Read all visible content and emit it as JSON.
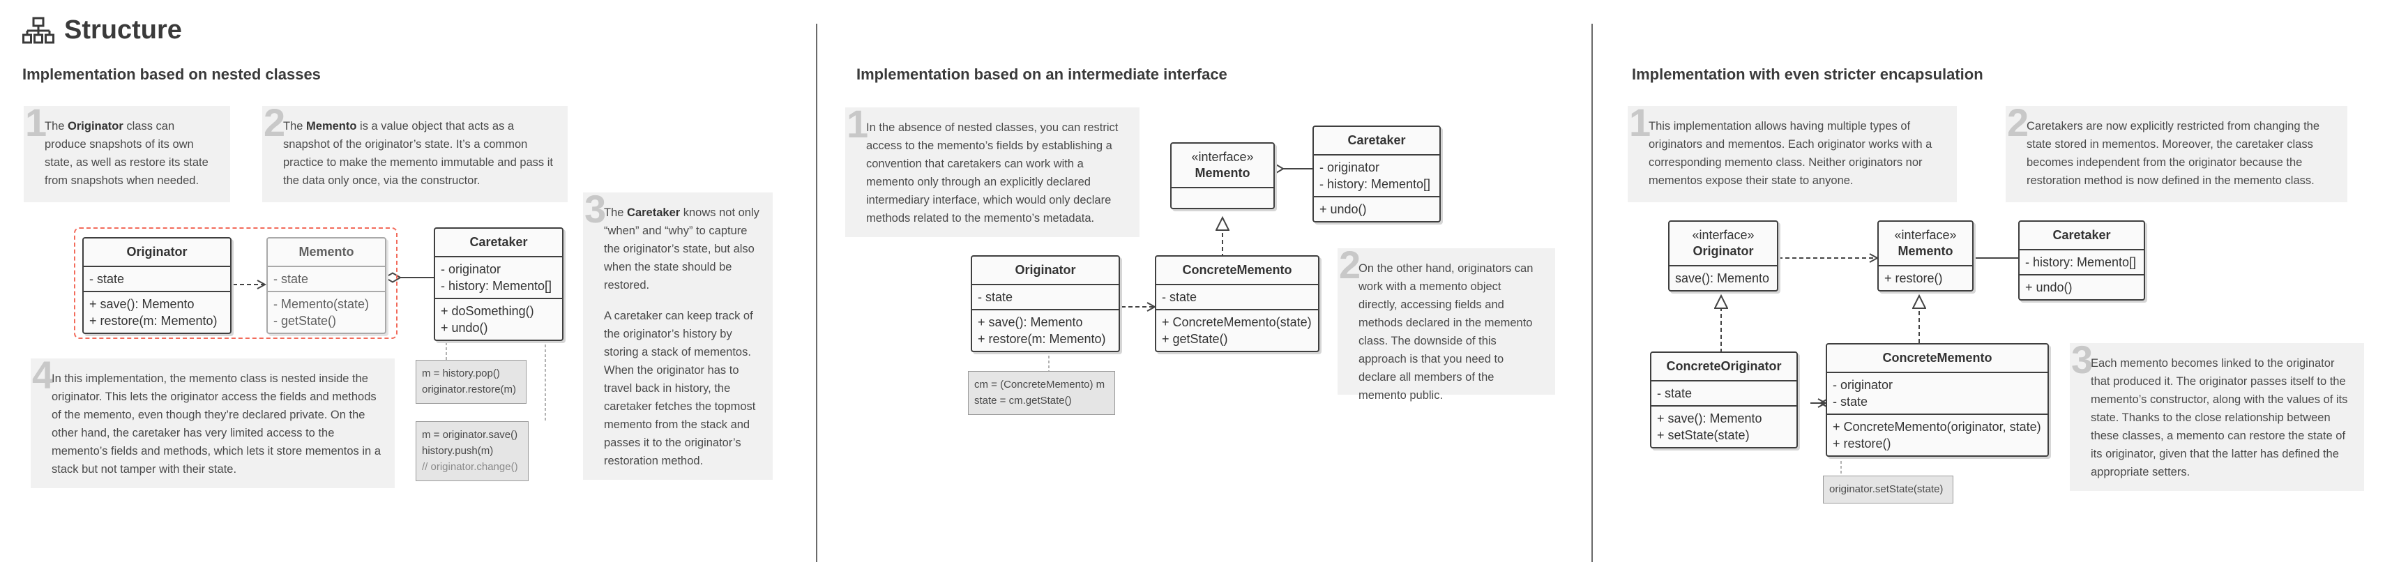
{
  "page": {
    "title": "Structure",
    "title_icon": "hierarchy-icon"
  },
  "sections": [
    {
      "heading": "Implementation based on nested classes",
      "notes": [
        {
          "num": "1",
          "pre": "The ",
          "bold": "Originator",
          "post": " class can produce snapshots of its own state, as well as restore its state from snapshots when needed."
        },
        {
          "num": "2",
          "pre": "The ",
          "bold": "Memento",
          "post": " is a value object that acts as a snapshot of the originator’s state. It’s a common practice to make the memento immutable and pass it the data only once, via the constructor."
        },
        {
          "num": "3",
          "pre": "The ",
          "bold": "Caretaker",
          "post": " knows not only “when” and “why” to capture the originator’s state, but also when the state should be restored.",
          "extra": "A caretaker can keep track of the originator’s history by storing a stack of mementos. When the originator has to travel back in history, the caretaker fetches the topmost memento from the stack and passes it to the originator’s restoration method."
        },
        {
          "num": "4",
          "text": "In this implementation, the memento class is nested inside the originator. This lets the originator access the fields and methods of the memento, even though they’re declared private. On the other hand, the caretaker has very limited access to the memento’s fields and methods, which lets it store mementos in a stack but not tamper with their state."
        }
      ],
      "classes": {
        "originator": {
          "name": "Originator",
          "fields": [
            "- state"
          ],
          "methods": [
            "+ save(): Memento",
            "+ restore(m: Memento)"
          ]
        },
        "memento": {
          "name": "Memento",
          "fields": [
            "- state"
          ],
          "methods": [
            "- Memento(state)",
            "- getState()"
          ]
        },
        "caretaker": {
          "name": "Caretaker",
          "fields": [
            "- originator",
            "- history: Memento[]"
          ],
          "methods": [
            "+ doSomething()",
            "+ undo()"
          ]
        }
      },
      "code_notes": {
        "undo": [
          "m = history.pop()",
          "originator.restore(m)"
        ],
        "do_something": [
          "m = originator.save()",
          "history.push(m)",
          "// originator.change()"
        ]
      }
    },
    {
      "heading": "Implementation based on an intermediate interface",
      "notes": [
        {
          "num": "1",
          "text": "In the absence of nested classes, you can restrict access to the memento’s fields by establishing a convention that caretakers can work with a memento only through an explicitly declared intermediary interface, which would only declare methods related to the memento’s metadata."
        },
        {
          "num": "2",
          "text": "On the other hand, originators can work with a memento object directly, accessing fields and methods declared in the memento class. The downside of this approach is that you need to declare all members of the memento public."
        }
      ],
      "classes": {
        "memento_interface": {
          "stereotype": "«interface»",
          "name": "Memento"
        },
        "caretaker": {
          "name": "Caretaker",
          "fields": [
            "- originator",
            "- history: Memento[]"
          ],
          "methods": [
            "+ undo()"
          ]
        },
        "originator": {
          "name": "Originator",
          "fields": [
            "- state"
          ],
          "methods": [
            "+ save(): Memento",
            "+ restore(m: Memento)"
          ]
        },
        "concrete_memento": {
          "name": "ConcreteMemento",
          "fields": [
            "- state"
          ],
          "methods": [
            "+ ConcreteMemento(state)",
            "+ getState()"
          ]
        }
      },
      "code_notes": {
        "restore": [
          "cm = (ConcreteMemento) m",
          "state = cm.getState()"
        ]
      }
    },
    {
      "heading": "Implementation with even stricter encapsulation",
      "notes": [
        {
          "num": "1",
          "text": "This implementation allows having multiple types of originators and mementos. Each originator works with a corresponding memento class. Neither originators nor mementos expose their state to anyone."
        },
        {
          "num": "2",
          "text": "Caretakers are now explicitly restricted from changing the state stored in mementos. Moreover, the caretaker class becomes independent from the originator because the restoration method is now defined in the memento class."
        },
        {
          "num": "3",
          "text": "Each memento becomes linked to the originator that produced it. The originator passes itself to the memento’s constructor, along with the values of its state. Thanks to the close relationship between these classes, a memento can restore the state of its originator, given that the latter has defined the appropriate setters."
        }
      ],
      "classes": {
        "originator_interface": {
          "stereotype": "«interface»",
          "name": "Originator",
          "methods": [
            "save(): Memento"
          ]
        },
        "memento_interface": {
          "stereotype": "«interface»",
          "name": "Memento",
          "methods": [
            "+ restore()"
          ]
        },
        "caretaker": {
          "name": "Caretaker",
          "fields": [
            "- history: Memento[]"
          ],
          "methods": [
            "+ undo()"
          ]
        },
        "concrete_originator": {
          "name": "ConcreteOriginator",
          "fields": [
            "- state"
          ],
          "methods": [
            "+ save(): Memento",
            "+ setState(state)"
          ]
        },
        "concrete_memento": {
          "name": "ConcreteMemento",
          "fields": [
            "- originator",
            "- state"
          ],
          "methods": [
            "+ ConcreteMemento(originator, state)",
            "+ restore()"
          ]
        }
      },
      "code_notes": {
        "restore": [
          "originator.setState(state)"
        ]
      }
    }
  ]
}
